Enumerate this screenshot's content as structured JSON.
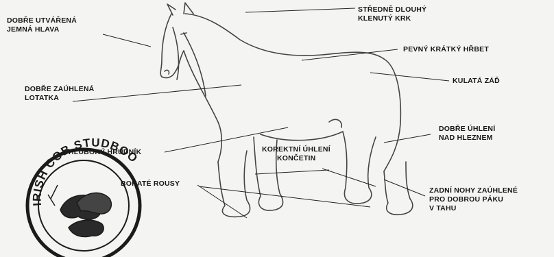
{
  "labels": {
    "head": [
      "DOBŘE UTVÁŘENÁ",
      "JEMNÁ HLAVA"
    ],
    "neck": [
      "STŘEDNĚ DLOUHÝ",
      "KLENUTÝ KRK"
    ],
    "back": [
      "PEVNÝ KRÁTKÝ HŘBET"
    ],
    "croup": [
      "KULATÁ ZÁĎ"
    ],
    "shoulder": [
      "DOBŘE ZAÚHLENÁ",
      "LOTATKA"
    ],
    "hock": [
      "DOBŘE ÚHLENÍ",
      "NAD HLEZNEM"
    ],
    "chest": [
      "HLUBOKÝ HRUDNÍK"
    ],
    "limbs": [
      "KOREKTNÍ ÚHLENÍ",
      "KONČETIN"
    ],
    "feathering": [
      "BOHATÉ ROUSY"
    ],
    "hind_legs": [
      "ZADNÍ NOHY ZAÚHLENÉ",
      "PRO DOBROU PÁKU",
      "V TAHU"
    ]
  },
  "stamp": {
    "text": "IRISH COB STUDBOOK ● CZECH ●"
  }
}
